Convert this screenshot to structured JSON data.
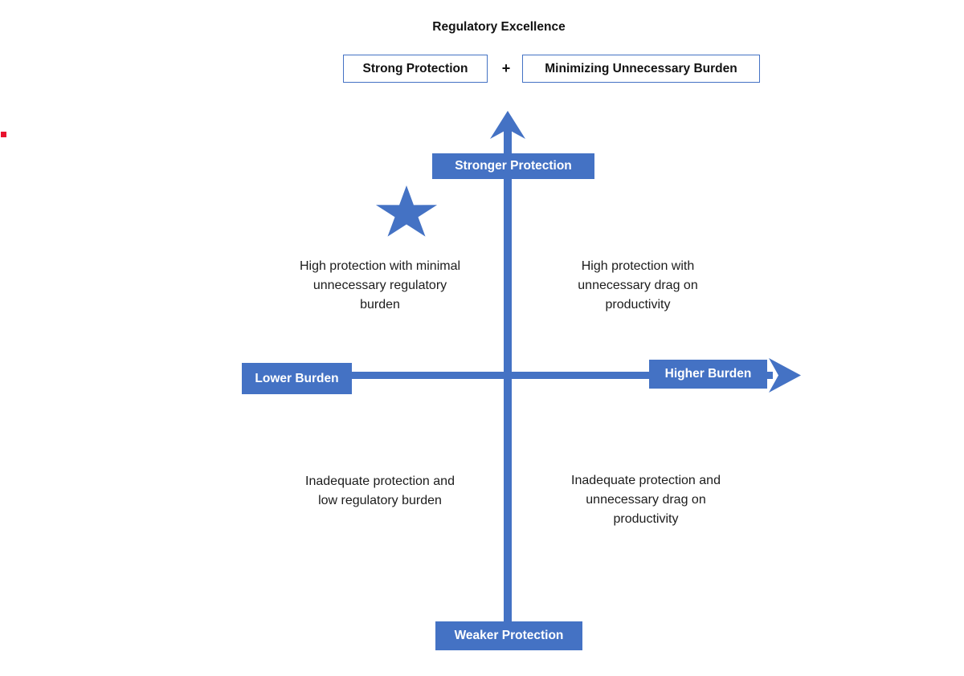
{
  "colors": {
    "accent_blue": "#4472C4",
    "label_text_white": "#ffffff",
    "body_text": "#1c1c1c",
    "red_mark": "#E8112D"
  },
  "header": {
    "title": "Regulatory Excellence",
    "formula": {
      "left_box": "Strong Protection",
      "operator": "+",
      "right_box": "Minimizing Unnecessary Burden"
    }
  },
  "axes": {
    "top_label": "Stronger Protection",
    "bottom_label": "Weaker Protection",
    "left_label": "Lower Burden",
    "right_label": "Higher Burden"
  },
  "quadrants": {
    "top_left": "High protection with minimal\nunnecessary regulatory\nburden",
    "top_right": "High protection with\nunnecessary drag on\nproductivity",
    "bottom_left": "Inadequate protection and\nlow regulatory burden",
    "bottom_right": "Inadequate protection and\nunnecessary drag on\nproductivity"
  },
  "marker": {
    "type": "star",
    "quadrant": "top_left"
  }
}
